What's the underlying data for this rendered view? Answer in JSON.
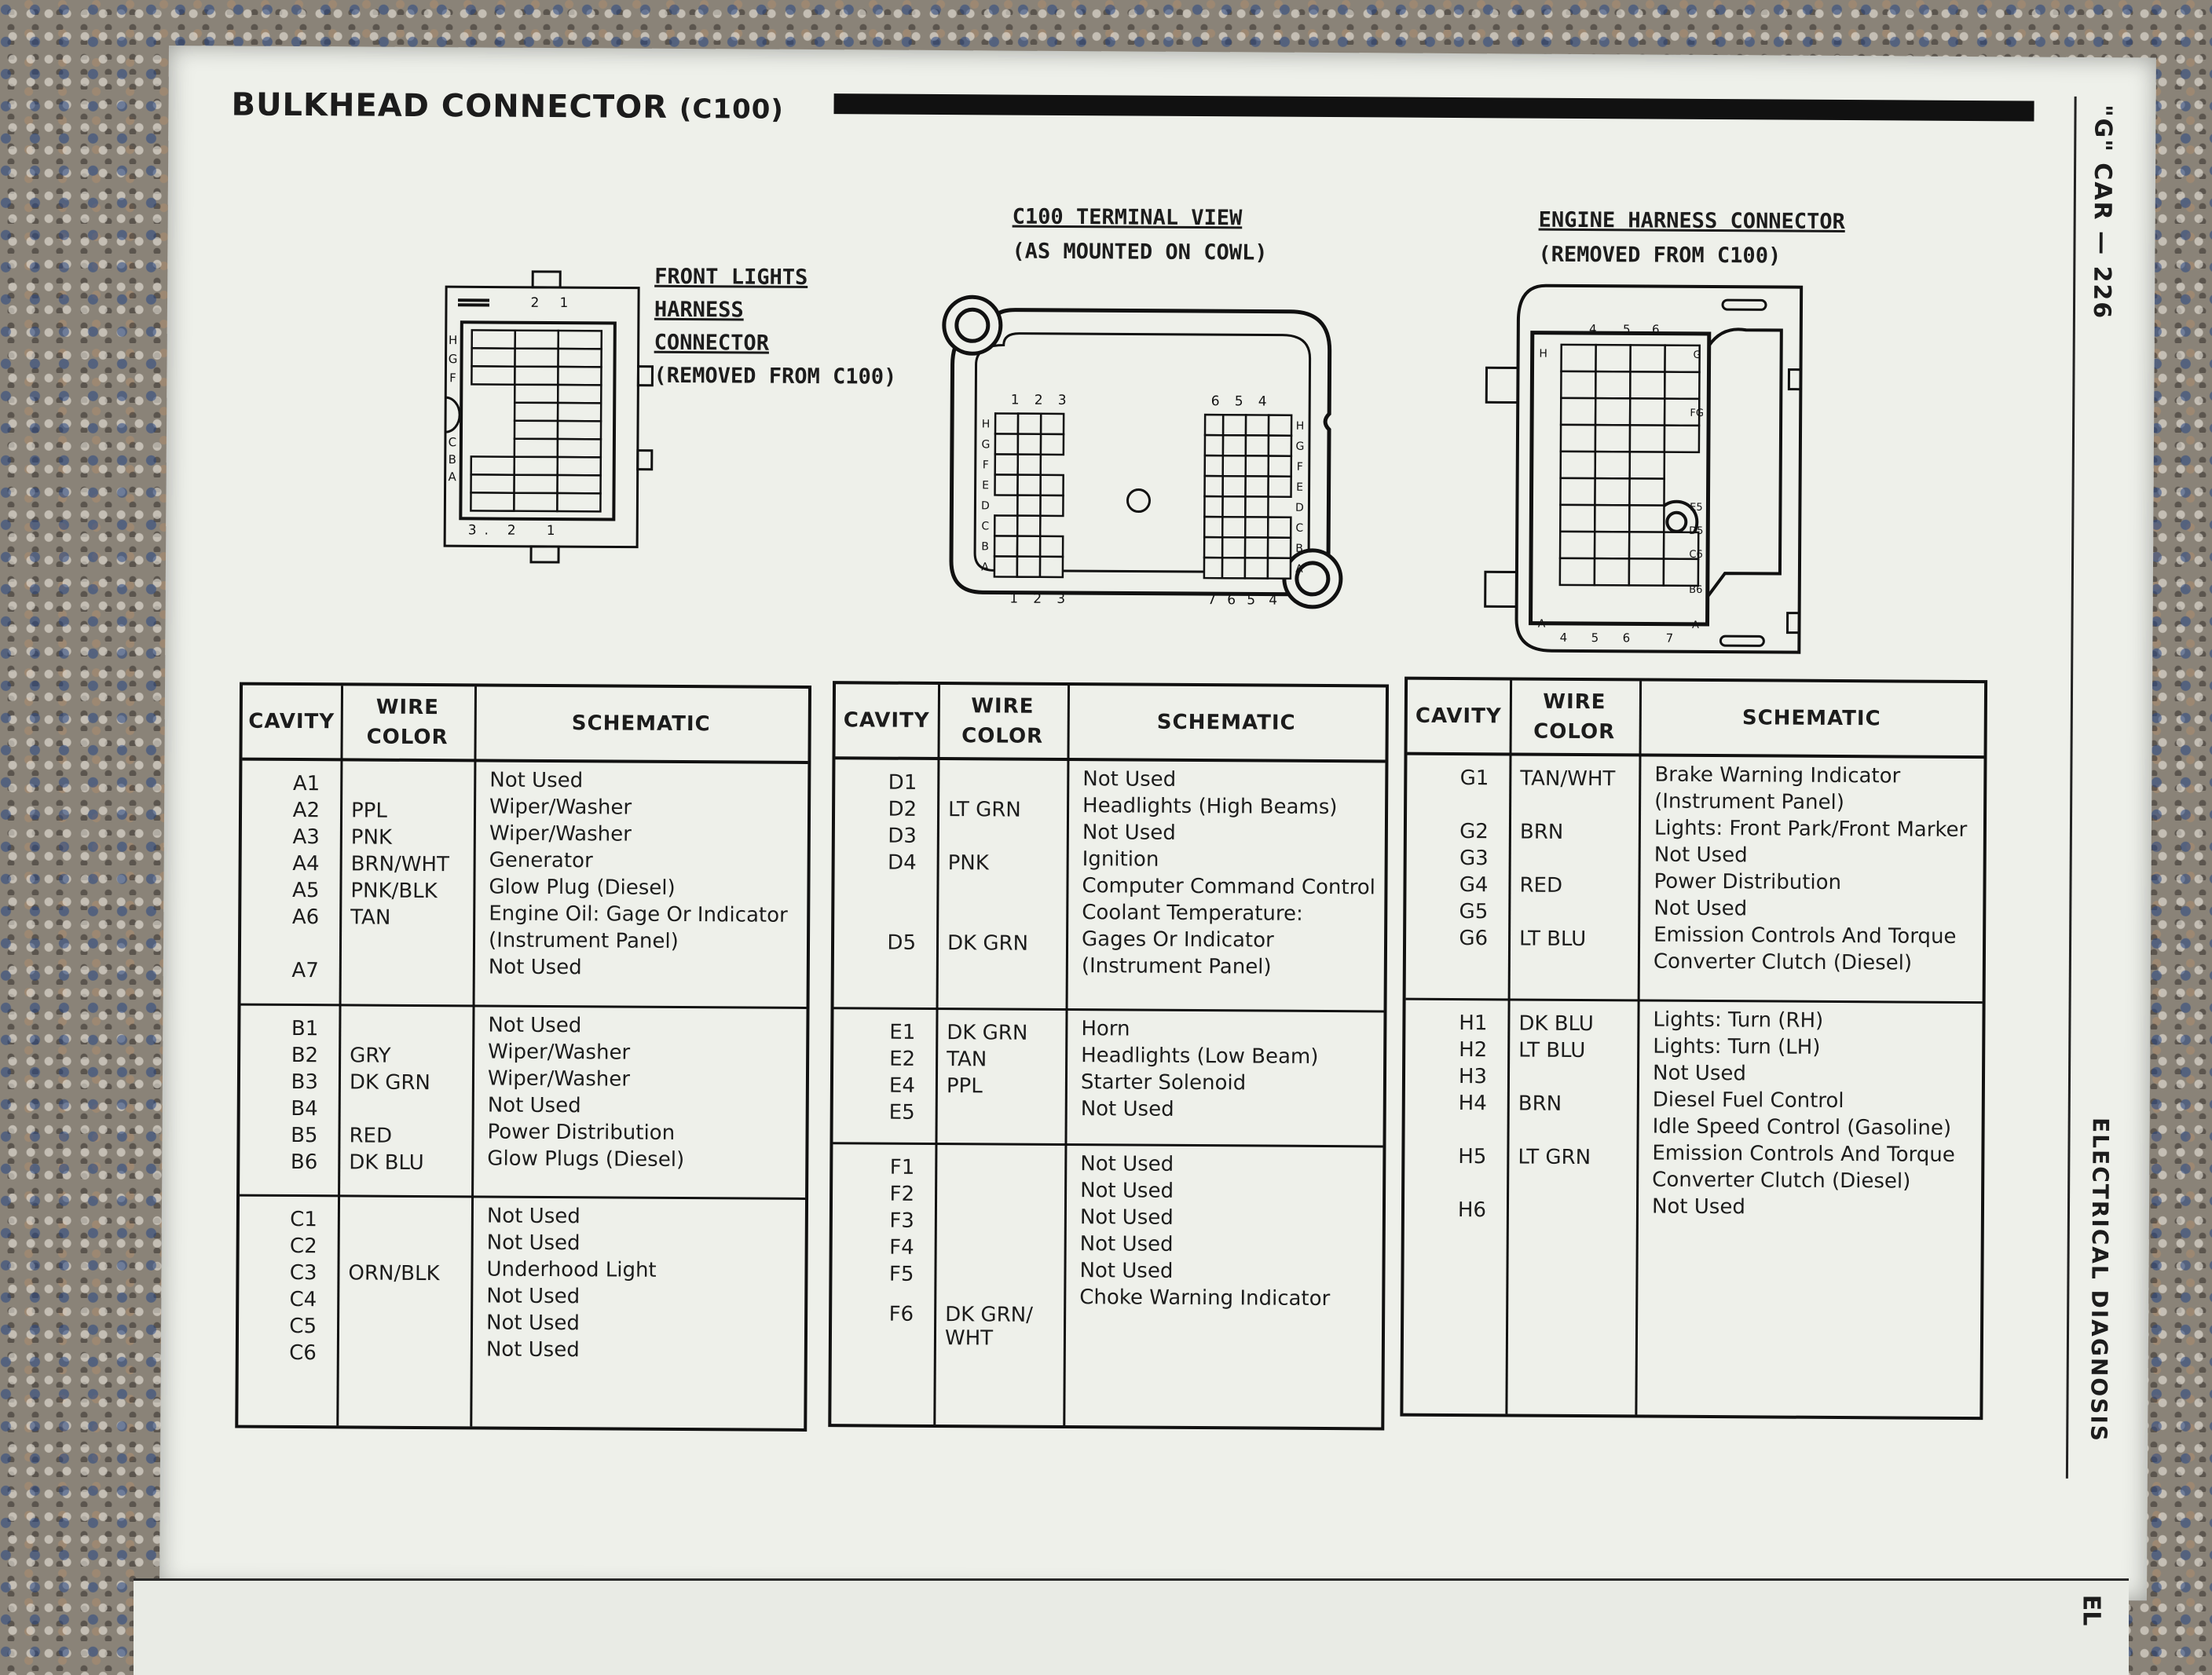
{
  "page": {
    "title": "BULKHEAD CONNECTOR",
    "title_code": "(C100)",
    "side_top": "\"G\" CAR — 226",
    "side_bottom": "ELECTRICAL DIAGNOSIS",
    "next_page_spine": "EL"
  },
  "diagrams": {
    "front_lights": {
      "lines": [
        "FRONT LIGHTS",
        "HARNESS",
        "CONNECTOR"
      ],
      "removed": "(REMOVED FROM C100)",
      "top_numbers": [
        "2",
        "1"
      ],
      "bottom_numbers": [
        "3",
        ".",
        "2",
        "1"
      ],
      "side_letters": [
        "H",
        "G",
        "F",
        "C",
        "B",
        "A"
      ]
    },
    "terminal_view": {
      "line1": "C100 TERMINAL VIEW",
      "line2": "(AS MOUNTED ON COWL)",
      "left_top_numbers": [
        "1",
        "2",
        "3"
      ],
      "right_top_numbers": [
        "6",
        "5",
        "4"
      ],
      "left_bottom_numbers": [
        "1",
        "2",
        "3"
      ],
      "right_bottom_numbers": [
        "7",
        "6",
        "5",
        "4"
      ],
      "letters": [
        "H",
        "G",
        "F",
        "E",
        "D",
        "C",
        "B",
        "A"
      ]
    },
    "engine_harness": {
      "line1": "ENGINE HARNESS CONNECTOR",
      "line2": "(REMOVED FROM C100)",
      "top_numbers": [
        "4",
        "5",
        "6"
      ],
      "bottom_numbers": [
        "4",
        "5",
        "6",
        "7"
      ],
      "left_letters": [
        "H",
        "A"
      ],
      "right_letters": [
        "G",
        "FG",
        "E5",
        "D5",
        "C6",
        "B6",
        "A"
      ]
    }
  },
  "tables": {
    "headers": {
      "cavity": "CAVITY",
      "wire1": "WIRE",
      "wire2": "COLOR",
      "schematic": "SCHEMATIC"
    },
    "table1": {
      "groups": [
        {
          "rows": [
            {
              "cavity": "A1",
              "color": "",
              "schematic": [
                "Not Used"
              ]
            },
            {
              "cavity": "A2",
              "color": "PPL",
              "schematic": [
                "Wiper/Washer"
              ]
            },
            {
              "cavity": "A3",
              "color": "PNK",
              "schematic": [
                "Wiper/Washer"
              ]
            },
            {
              "cavity": "A4",
              "color": "BRN/WHT",
              "schematic": [
                "Generator"
              ]
            },
            {
              "cavity": "A5",
              "color": "PNK/BLK",
              "schematic": [
                "Glow Plug (Diesel)"
              ]
            },
            {
              "cavity": "A6",
              "color": "TAN",
              "schematic": [
                "Engine Oil: Gage Or Indicator",
                "(Instrument Panel)"
              ]
            },
            {
              "cavity": "A7",
              "color": "",
              "schematic": [
                "Not Used"
              ]
            }
          ]
        },
        {
          "rows": [
            {
              "cavity": "B1",
              "color": "",
              "schematic": [
                "Not Used"
              ]
            },
            {
              "cavity": "B2",
              "color": "GRY",
              "schematic": [
                "Wiper/Washer"
              ]
            },
            {
              "cavity": "B3",
              "color": "DK GRN",
              "schematic": [
                "Wiper/Washer"
              ]
            },
            {
              "cavity": "B4",
              "color": "",
              "schematic": [
                "Not Used"
              ]
            },
            {
              "cavity": "B5",
              "color": "RED",
              "schematic": [
                "Power Distribution"
              ]
            },
            {
              "cavity": "B6",
              "color": "DK BLU",
              "schematic": [
                "Glow Plugs (Diesel)"
              ]
            }
          ]
        },
        {
          "rows": [
            {
              "cavity": "C1",
              "color": "",
              "schematic": [
                "Not Used"
              ]
            },
            {
              "cavity": "C2",
              "color": "",
              "schematic": [
                "Not Used"
              ]
            },
            {
              "cavity": "C3",
              "color": "ORN/BLK",
              "schematic": [
                "Underhood Light"
              ]
            },
            {
              "cavity": "C4",
              "color": "",
              "schematic": [
                "Not Used"
              ]
            },
            {
              "cavity": "C5",
              "color": "",
              "schematic": [
                "Not Used"
              ]
            },
            {
              "cavity": "C6",
              "color": "",
              "schematic": [
                "Not Used"
              ]
            }
          ]
        }
      ]
    },
    "table2": {
      "groups": [
        {
          "rows": [
            {
              "cavity": "D1",
              "color": "",
              "schematic": [
                "Not Used"
              ]
            },
            {
              "cavity": "D2",
              "color": "LT GRN",
              "schematic": [
                "Headlights (High Beams)"
              ]
            },
            {
              "cavity": "D3",
              "color": "",
              "schematic": [
                "Not Used"
              ]
            },
            {
              "cavity": "D4",
              "color": "PNK",
              "schematic": [
                "Ignition",
                "Computer Command Control"
              ]
            },
            {
              "cavity": "D5",
              "color": "DK GRN",
              "schematic": [
                "Coolant Temperature:",
                "Gages Or Indicator",
                "(Instrument Panel)"
              ]
            }
          ]
        },
        {
          "rows": [
            {
              "cavity": "E1",
              "color": "DK GRN",
              "schematic": [
                "Horn"
              ]
            },
            {
              "cavity": "E2",
              "color": "TAN",
              "schematic": [
                "Headlights (Low Beam)"
              ]
            },
            {
              "cavity": "E4",
              "color": "PPL",
              "schematic": [
                "Starter Solenoid"
              ]
            },
            {
              "cavity": "E5",
              "color": "",
              "schematic": [
                "Not Used"
              ]
            }
          ]
        },
        {
          "rows": [
            {
              "cavity": "F1",
              "color": "",
              "schematic": [
                "Not Used"
              ]
            },
            {
              "cavity": "F2",
              "color": "",
              "schematic": [
                "Not Used"
              ]
            },
            {
              "cavity": "F3",
              "color": "",
              "schematic": [
                "Not Used"
              ]
            },
            {
              "cavity": "F4",
              "color": "",
              "schematic": [
                "Not Used"
              ]
            },
            {
              "cavity": "F5",
              "color": "",
              "schematic": [
                "Not Used"
              ]
            },
            {
              "cavity": "F6",
              "color": "DK GRN/",
              "color2": "WHT",
              "schematic": [
                "Choke Warning Indicator"
              ]
            }
          ]
        }
      ]
    },
    "table3": {
      "groups": [
        {
          "rows": [
            {
              "cavity": "G1",
              "color": "TAN/WHT",
              "schematic": [
                "Brake Warning Indicator",
                "(Instrument Panel)"
              ]
            },
            {
              "cavity": "G2",
              "color": "BRN",
              "schematic": [
                "Lights: Front Park/Front Marker"
              ]
            },
            {
              "cavity": "G3",
              "color": "",
              "schematic": [
                "Not Used"
              ]
            },
            {
              "cavity": "G4",
              "color": "RED",
              "schematic": [
                "Power Distribution"
              ]
            },
            {
              "cavity": "G5",
              "color": "",
              "schematic": [
                "Not Used"
              ]
            },
            {
              "cavity": "G6",
              "color": "LT BLU",
              "schematic": [
                "Emission Controls And Torque",
                "Converter Clutch (Diesel)"
              ]
            }
          ]
        },
        {
          "rows": [
            {
              "cavity": "H1",
              "color": "DK BLU",
              "schematic": [
                "Lights: Turn (RH)"
              ]
            },
            {
              "cavity": "H2",
              "color": "LT BLU",
              "schematic": [
                "Lights: Turn (LH)"
              ]
            },
            {
              "cavity": "H3",
              "color": "",
              "schematic": [
                "Not Used"
              ]
            },
            {
              "cavity": "H4",
              "color": "BRN",
              "schematic": [
                "Diesel Fuel Control",
                "Idle Speed Control (Gasoline)"
              ]
            },
            {
              "cavity": "H5",
              "color": "LT GRN",
              "schematic": [
                "Emission Controls And Torque",
                "Converter Clutch (Diesel)"
              ]
            },
            {
              "cavity": "H6",
              "color": "",
              "schematic": [
                "Not Used"
              ]
            }
          ]
        }
      ]
    }
  }
}
